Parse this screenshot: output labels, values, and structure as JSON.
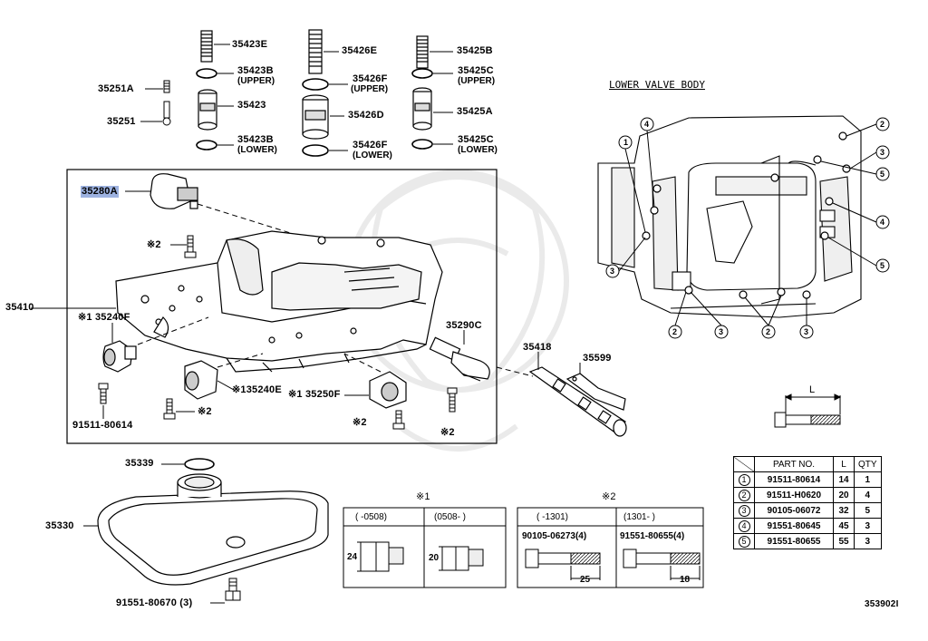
{
  "upper_parts": {
    "p35423E": "35423E",
    "p35426E": "35426E",
    "p35425B": "35425B",
    "p35423B_upper": "35423B",
    "p35426F_upper": "35426F",
    "p35425C_upper": "35425C",
    "upper_tag": "(UPPER)",
    "lower_tag": "(LOWER)",
    "p35251A": "35251A",
    "p35251": "35251",
    "p35423": "35423",
    "p35426D": "35426D",
    "p35425A": "35425A",
    "p35423B_lower": "35423B",
    "p35426F_lower": "35426F",
    "p35425C_lower": "35425C"
  },
  "box_parts": {
    "p35280A": "35280A",
    "star2_a": "※2",
    "p35410": "35410",
    "p35240F": "※1 35240F",
    "p35240E": "※135240E",
    "p35250F": "※1 35250F",
    "p35290C": "35290C",
    "bolt_91511": "91511-80614",
    "star2_b": "※2",
    "star2_c": "※2",
    "star2_d": "※2"
  },
  "side_parts": {
    "p35418": "35418",
    "p35599": "35599"
  },
  "lower_parts": {
    "p35339": "35339",
    "p35330": "35330",
    "drain_bolt": "91551-80670 (3)"
  },
  "valve_body": {
    "title": "LOWER VALVE BODY",
    "callouts": [
      "1",
      "2",
      "3",
      "4",
      "5"
    ]
  },
  "bolt_dim": {
    "label": "L"
  },
  "table": {
    "headers": [
      "PART NO.",
      "L",
      "QTY"
    ],
    "rows": [
      {
        "idx": "1",
        "part": "91511-80614",
        "l": "14",
        "qty": "1"
      },
      {
        "idx": "2",
        "part": "91511-H0620",
        "l": "20",
        "qty": "4"
      },
      {
        "idx": "3",
        "part": "90105-06072",
        "l": "32",
        "qty": "5"
      },
      {
        "idx": "4",
        "part": "91551-80645",
        "l": "45",
        "qty": "3"
      },
      {
        "idx": "5",
        "part": "91551-80655",
        "l": "55",
        "qty": "3"
      }
    ]
  },
  "note1": {
    "title": "※1",
    "col1": "(    -0508)",
    "col2": "(0508-      )",
    "dim1": "24",
    "dim2": "20"
  },
  "note2": {
    "title": "※2",
    "col1": "(    -1301)",
    "col2": "(1301-      )",
    "part1": "90105-06273(4)",
    "part2": "91551-80655(4)",
    "dim1": "25",
    "dim2": "18"
  },
  "diagram_id": "353902I"
}
